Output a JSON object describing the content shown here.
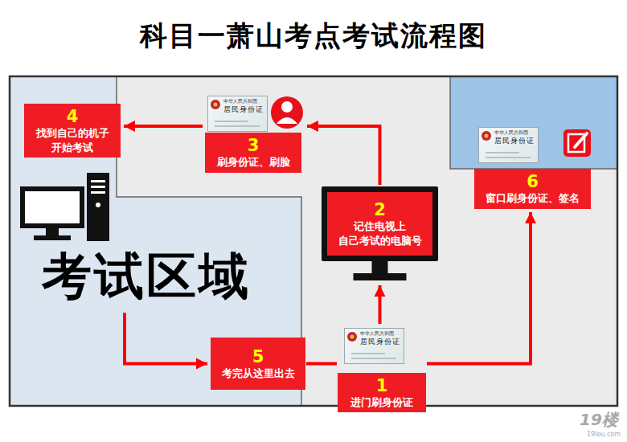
{
  "diagram": {
    "title": "科目一萧山考点考试流程图",
    "nodes": [
      {
        "text": [
          "考试区域"
        ]
      },
      {
        "text": [
          "4",
          "找到自己的机子 开始考试"
        ],
        "in": 0
      },
      {
        "text": [
          "3",
          "刷身份证、刷脸"
        ]
      },
      {
        "text": [
          "2",
          "记住电视上 自己考试的电脑号"
        ]
      },
      {
        "text": [
          "6",
          "窗口刷身份证、签名"
        ]
      },
      {
        "text": [
          "5",
          "考完从这里出去"
        ]
      },
      {
        "text": [
          "1",
          "进门刷身份证"
        ]
      }
    ],
    "edges": [
      {
        "from": 6,
        "to": 3,
        "arrow": "to"
      },
      {
        "from": 3,
        "to": 2,
        "arrow": "to"
      },
      {
        "from": 2,
        "to": 1,
        "arrow": "to"
      },
      {
        "from": 0,
        "to": 5,
        "arrow": "to"
      },
      {
        "from": 5,
        "to": 6,
        "arrow": "none"
      },
      {
        "from": 6,
        "to": 4,
        "arrow": "to"
      }
    ],
    "labels": [
      "中华人民共和国",
      "居民身份证",
      "中华人民共和国",
      "居民身份证",
      "中华人民共和国",
      "居民身份证",
      "19楼",
      "19lou.com"
    ]
  }
}
